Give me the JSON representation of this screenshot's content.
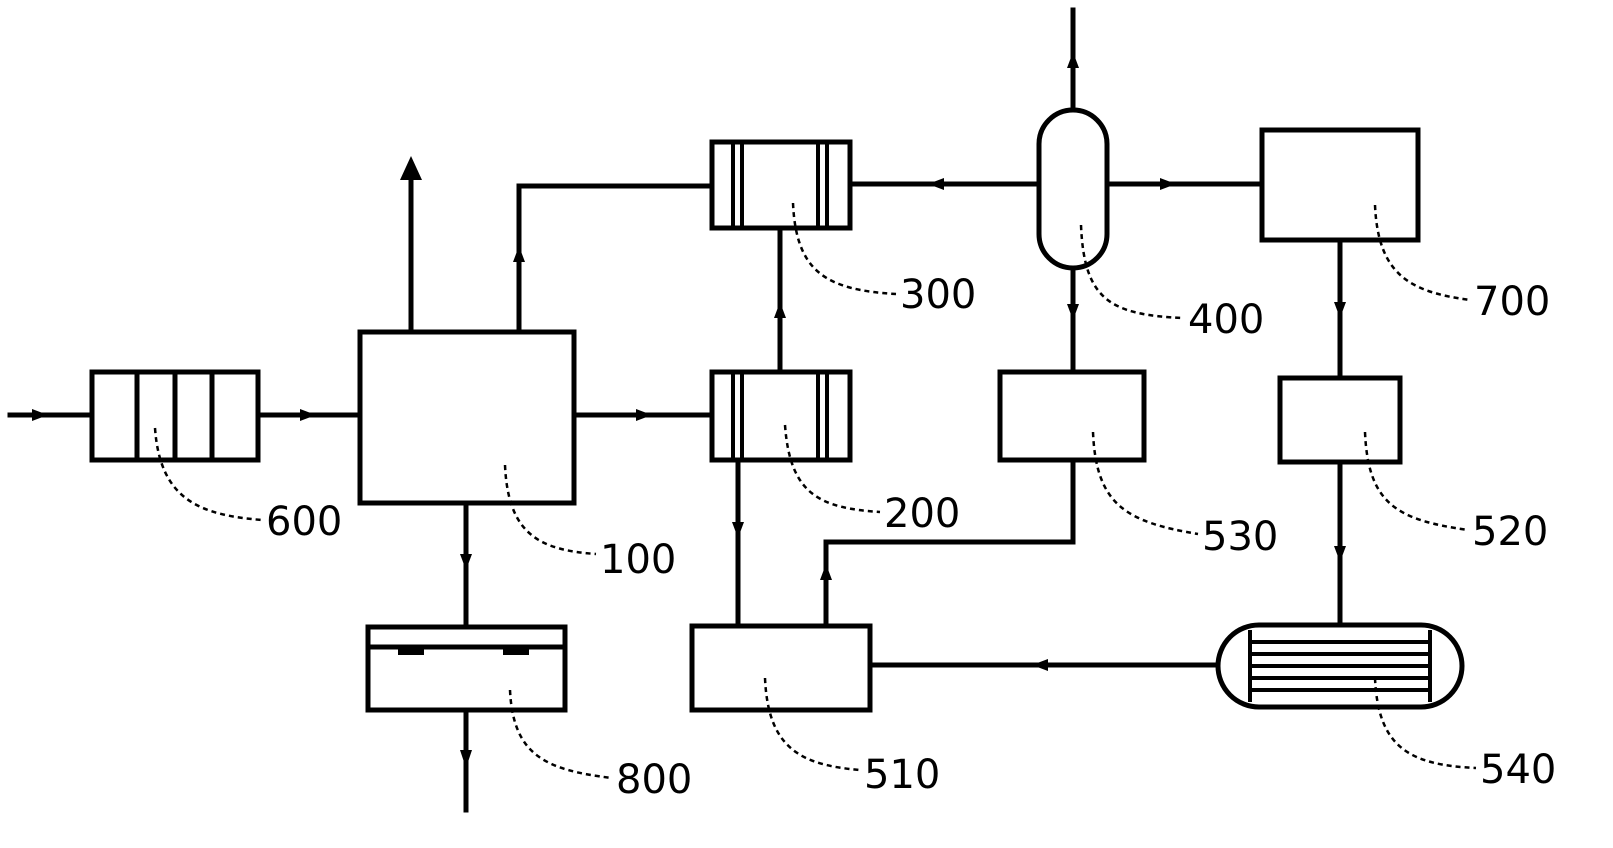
{
  "diagram": {
    "labels": {
      "l100": "100",
      "l200": "200",
      "l300": "300",
      "l400": "400",
      "l510": "510",
      "l520": "520",
      "l530": "530",
      "l540": "540",
      "l600": "600",
      "l700": "700",
      "l800": "800"
    },
    "colors": {
      "stroke": "#000000",
      "background": "#ffffff"
    }
  }
}
